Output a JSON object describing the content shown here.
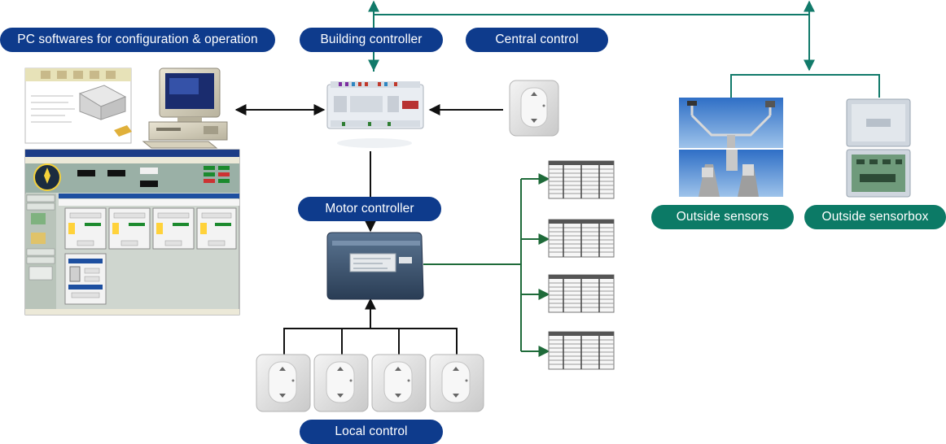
{
  "labels": {
    "pc_software": "PC softwares for configuration & operation",
    "building_controller": "Building controller",
    "central_control": "Central control",
    "motor_controller": "Motor controller",
    "outside_sensors": "Outside sensors",
    "outside_sensorbox": "Outside sensorbox",
    "local_control": "Local control"
  },
  "colors": {
    "blue_pill": "#0e3b8c",
    "green_pill": "#0c7a66",
    "black_line": "#111111",
    "green_line": "#1f6b3a",
    "teal_line": "#117a6a"
  },
  "icons": [
    "computer-icon",
    "software-window-icon",
    "wall-switch-icon",
    "blind-icon",
    "weather-sensor-icon",
    "sensorbox-icon",
    "controller-module-icon"
  ]
}
